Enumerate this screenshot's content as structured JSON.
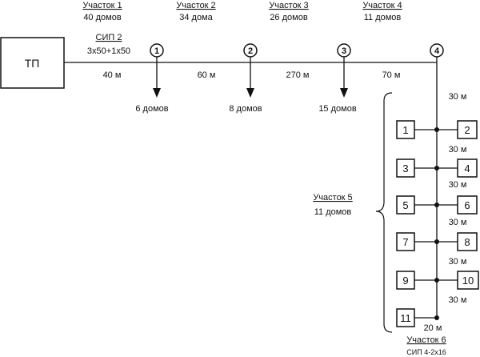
{
  "tp": {
    "label": "ТП"
  },
  "cable_main": {
    "title": "СИП 2",
    "spec": "3х50+1х50"
  },
  "sections": [
    {
      "title": "Участок 1",
      "houses": "40 домов"
    },
    {
      "title": "Участок 2",
      "houses": "34 дома"
    },
    {
      "title": "Участок 3",
      "houses": "26 домов"
    },
    {
      "title": "Участок 4",
      "houses": "11 домов"
    }
  ],
  "nodes": [
    "1",
    "2",
    "3",
    "4"
  ],
  "segment_lengths": [
    "40 м",
    "60 м",
    "270 м",
    "70 м"
  ],
  "branches": [
    "6 домов",
    "8 домов",
    "15 домов"
  ],
  "vertical_lengths": [
    "30 м",
    "30 м",
    "30 м",
    "30 м",
    "30 м",
    "30 м"
  ],
  "end_length": "20 м",
  "section5": {
    "title": "Участок 5",
    "houses": "11 домов"
  },
  "section6": {
    "title": "Участок 6",
    "cable": "СИП 4-2х16"
  },
  "houses": [
    "1",
    "2",
    "3",
    "4",
    "5",
    "6",
    "7",
    "8",
    "9",
    "10",
    "11"
  ]
}
